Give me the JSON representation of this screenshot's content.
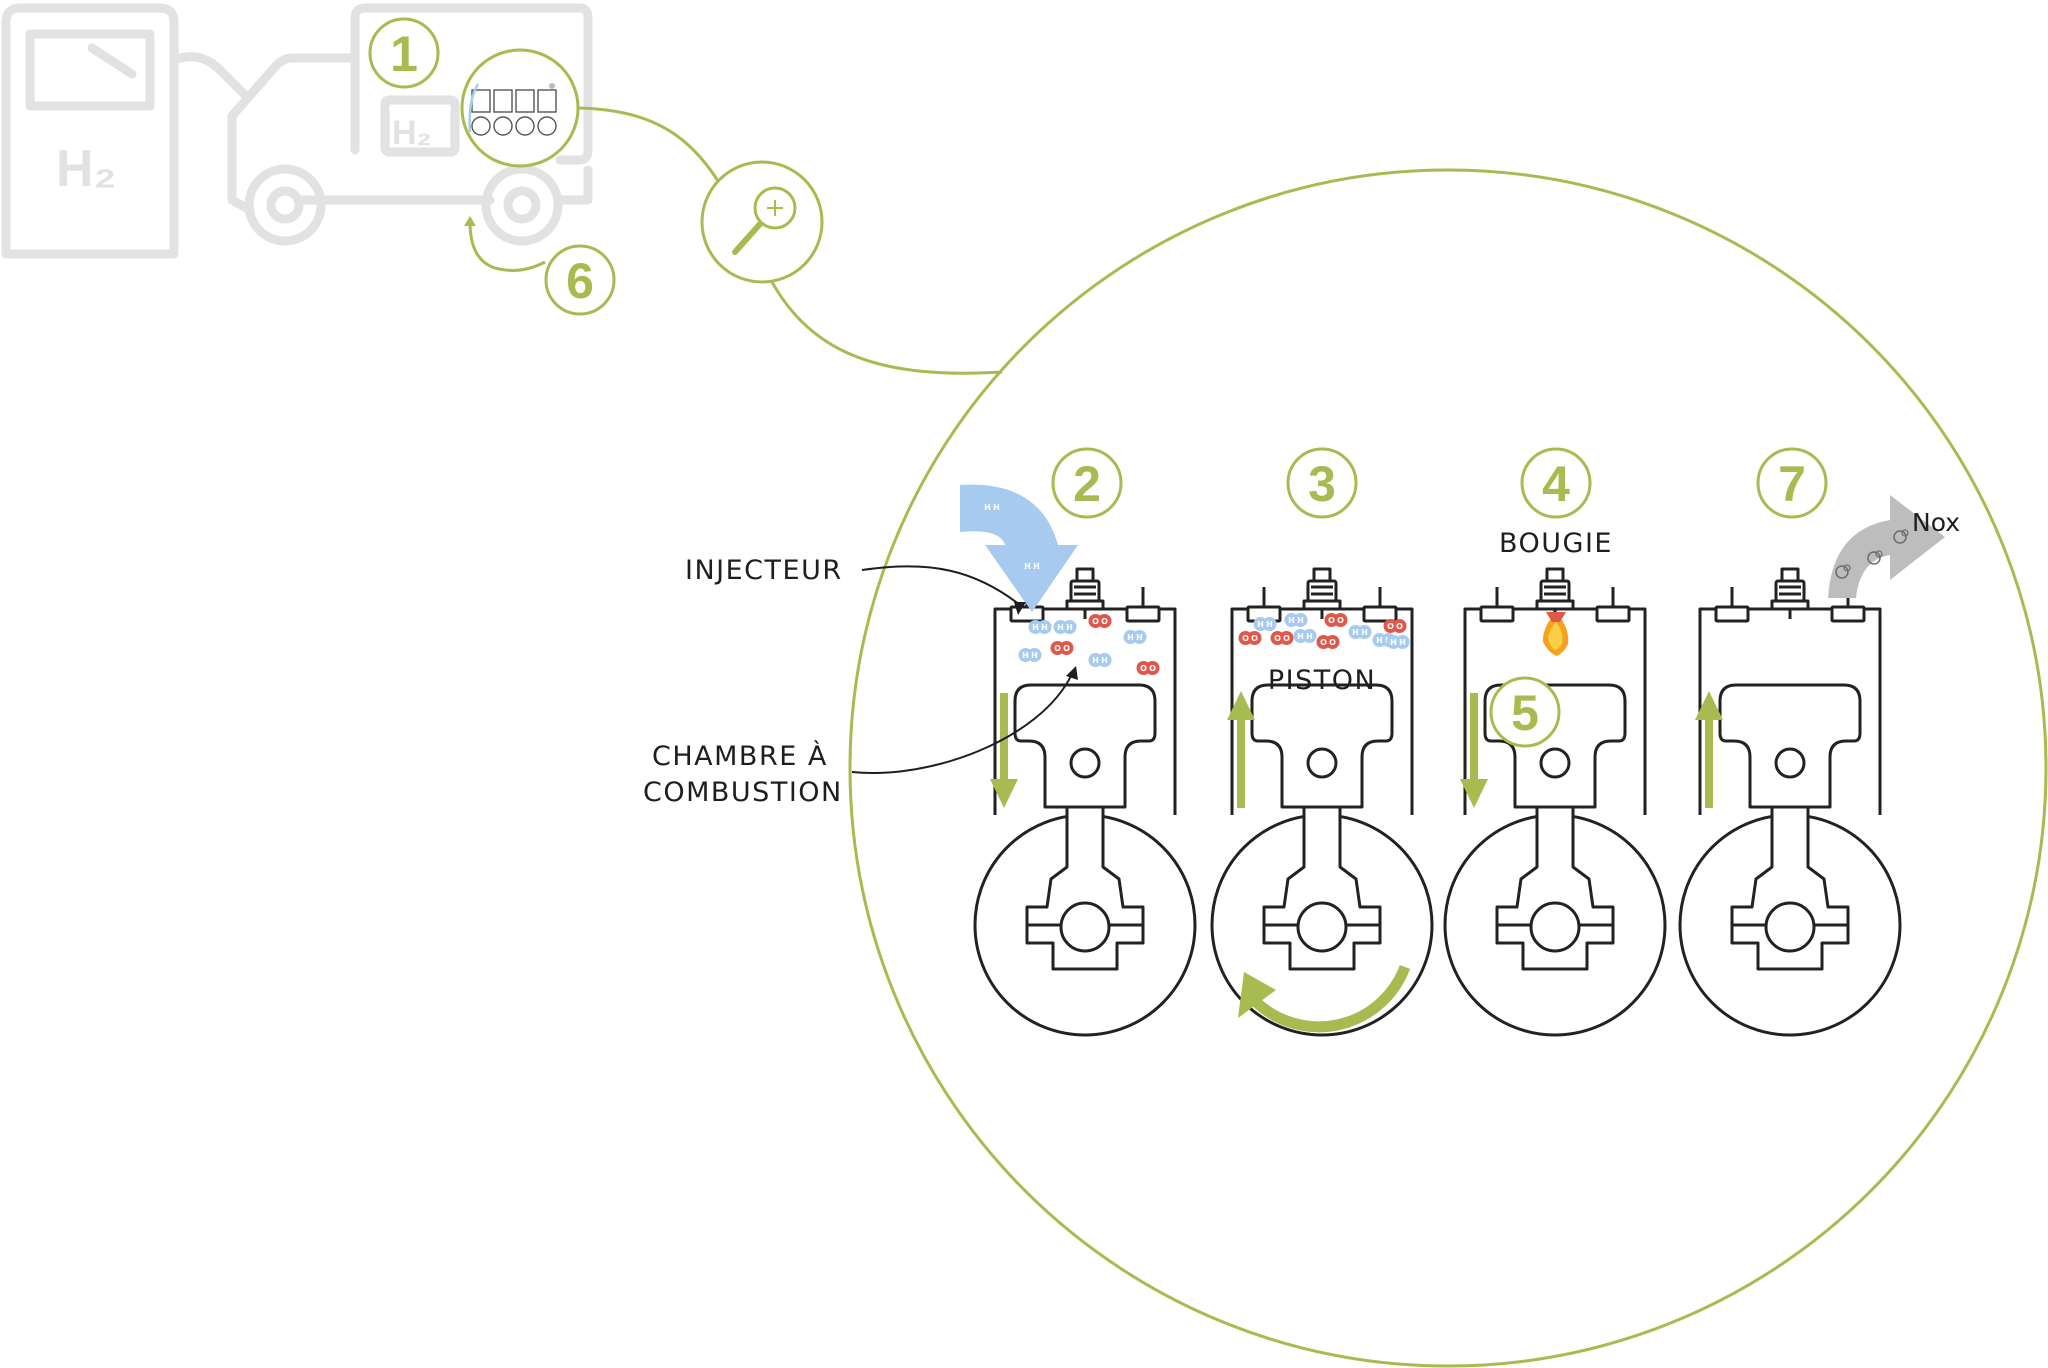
{
  "labels": {
    "injector": "INJECTEUR",
    "chamber_line1": "CHAMBRE À",
    "chamber_line2": "COMBUSTION",
    "piston": "PISTON",
    "spark_plug": "BOUGIE",
    "exhaust": "Nox",
    "h2": "H₂"
  },
  "steps": [
    "1",
    "2",
    "3",
    "4",
    "5",
    "6",
    "7"
  ],
  "molecules": {
    "hydrogen": "H",
    "oxygen": "O"
  },
  "icons": {
    "station": "hydrogen-station-icon",
    "truck": "truck-icon",
    "engine": "engine-icon",
    "magnifier": "magnifier-icon"
  },
  "colors": {
    "accent_green": "#a7bb50",
    "hydrogen_blue": "#a6cbef",
    "oxygen_red": "#e2574c",
    "exhaust_grey": "#bdbdbd",
    "ghost_grey": "#e2e2e2",
    "line_dark": "#222222"
  }
}
